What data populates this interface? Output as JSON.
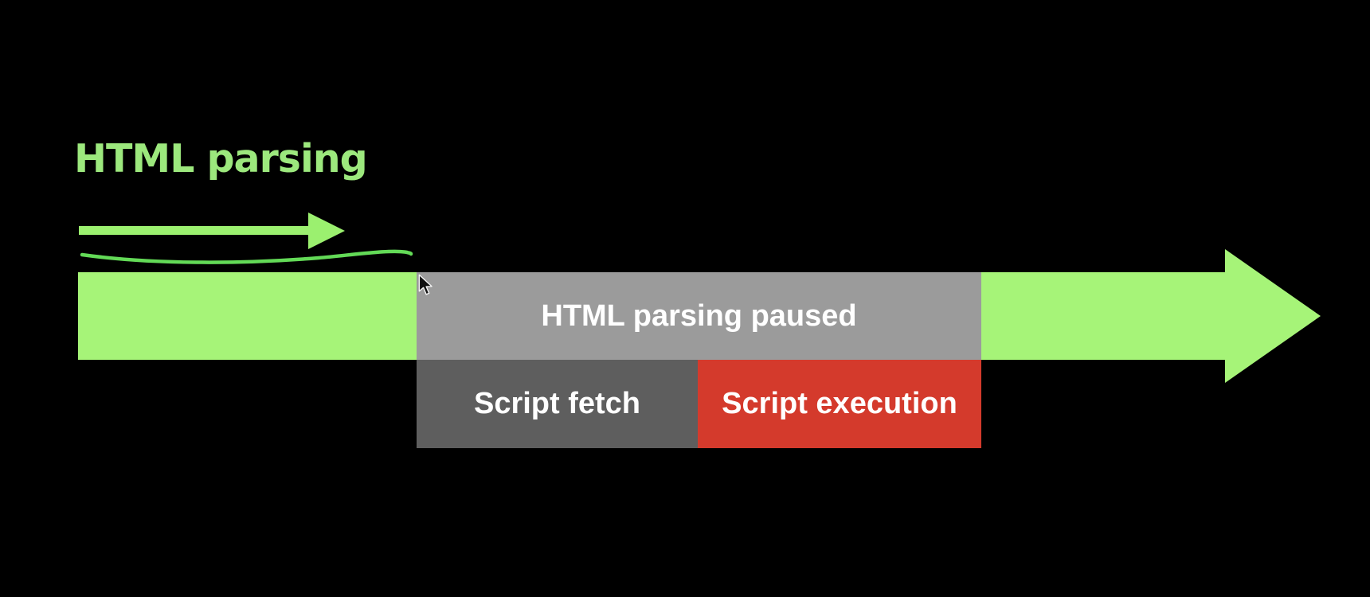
{
  "slide": {
    "background_color": "#000000"
  },
  "title": {
    "label": "HTML parsing",
    "color": "#9ce87d"
  },
  "annotation": {
    "small_arrow_color": "#9bf06f",
    "squiggle_color": "#63da57"
  },
  "timeline": {
    "arrow_color": "#a6f478",
    "paused_box": {
      "label": "HTML parsing paused",
      "bg": "#9b9b9b",
      "text_color": "#ffffff"
    },
    "fetch_box": {
      "label": "Script fetch",
      "bg": "#5e5e5e",
      "text_color": "#ffffff"
    },
    "execution_box": {
      "label": "Script execution",
      "bg": "#d43a2c",
      "text_color": "#ffffff"
    }
  },
  "cursor": {
    "type": "arrow-pointer"
  }
}
